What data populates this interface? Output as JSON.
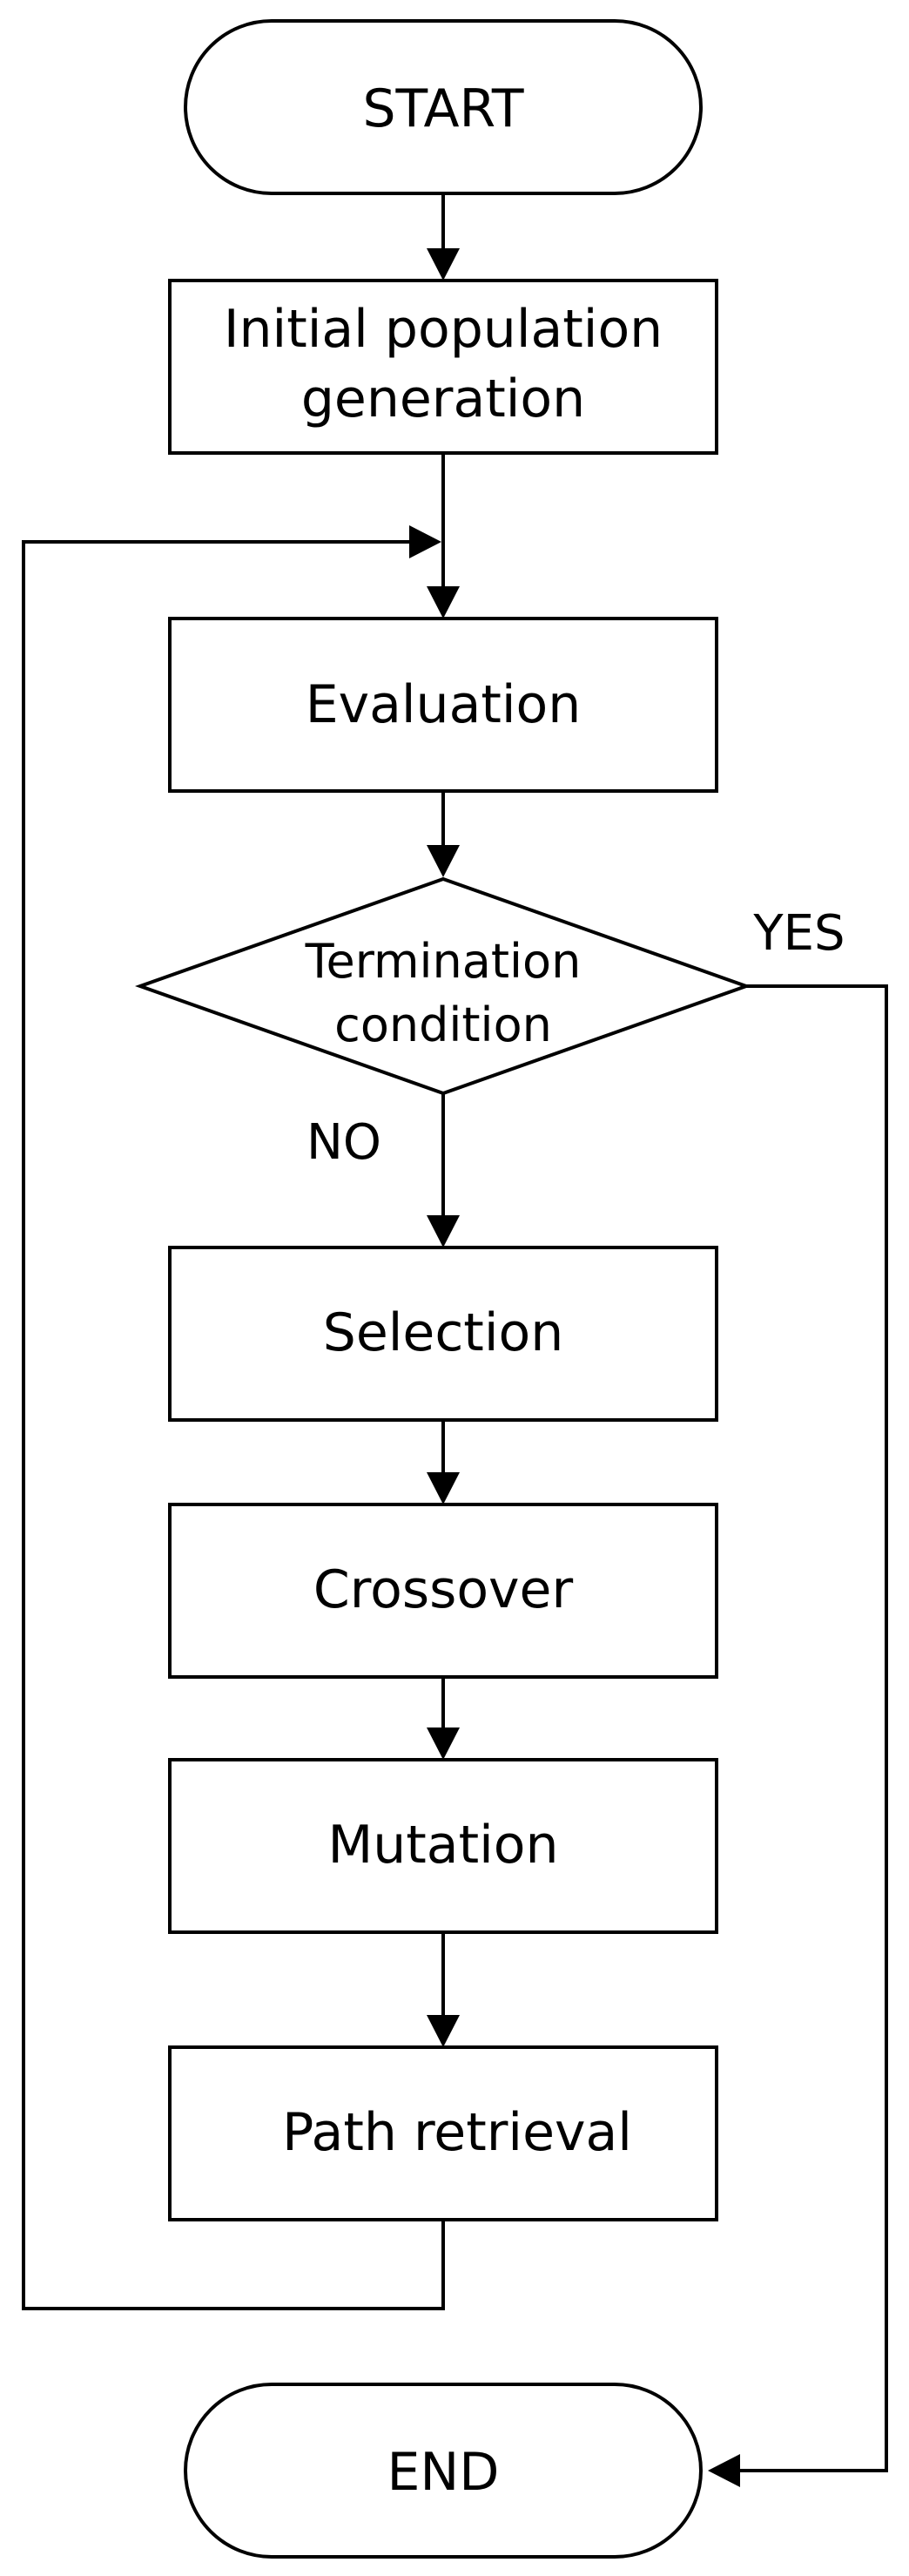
{
  "nodes": {
    "start": {
      "label": "START"
    },
    "init": {
      "line1": "Initial population",
      "line2": "generation"
    },
    "evaluation": {
      "label": "Evaluation"
    },
    "termination": {
      "line1": "Termination",
      "line2": "condition"
    },
    "selection": {
      "label": "Selection"
    },
    "crossover": {
      "label": "Crossover"
    },
    "mutation": {
      "label": "Mutation"
    },
    "path": {
      "label": "Path retrieval"
    },
    "end": {
      "label": "END"
    }
  },
  "edges": {
    "yes_label": "YES",
    "no_label": "NO"
  }
}
